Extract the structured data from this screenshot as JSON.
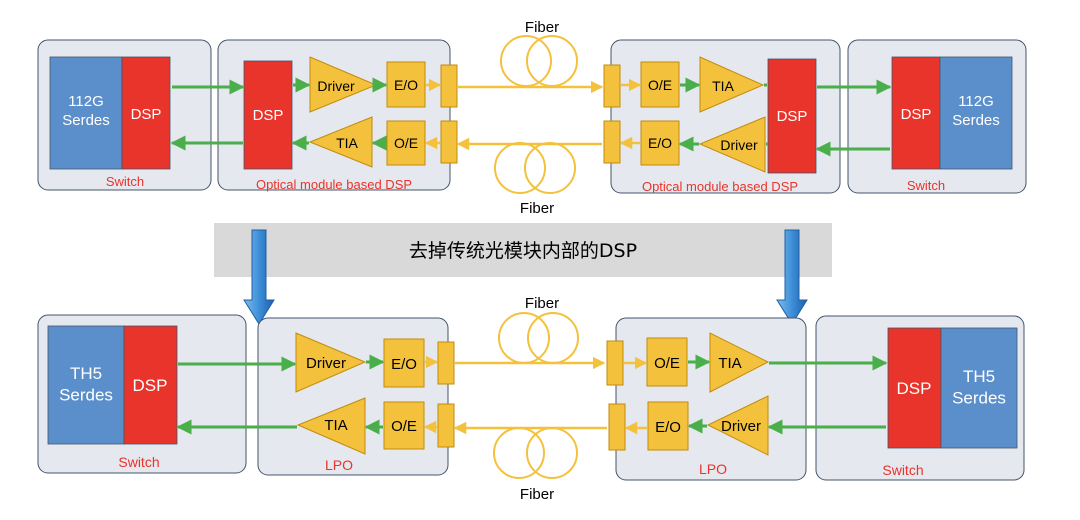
{
  "colors": {
    "panel_fill": "#e5e8ef",
    "panel_stroke": "#44546a",
    "serdes_blue": "#5b8fcb",
    "dsp_red": "#e8342a",
    "component_yellow": "#f4c13d",
    "component_stroke": "#c08b0a",
    "electrical_green": "#4aae4a",
    "fiber_yellow": "#f4c13d",
    "caption_red": "#e8342a",
    "banner_gray": "#d9d9d9",
    "banner_arrow": "#3d8fd8"
  },
  "top": {
    "left_switch": {
      "serdes_label": "112G\nSerdes",
      "dsp_label": "DSP",
      "caption": "Switch"
    },
    "left_module": {
      "dsp_label": "DSP",
      "driver_label": "Driver",
      "eo_label": "E/O",
      "tia_label": "TIA",
      "oe_label": "O/E",
      "caption": "Optical module based DSP"
    },
    "fiber_top_label": "Fiber",
    "fiber_bottom_label": "Fiber",
    "right_module": {
      "dsp_label": "DSP",
      "oe_label": "O/E",
      "tia_label": "TIA",
      "eo_label": "E/O",
      "driver_label": "Driver",
      "caption": "Optical module based DSP"
    },
    "right_switch": {
      "serdes_label": "112G\nSerdes",
      "dsp_label": "DSP",
      "caption": "Switch"
    }
  },
  "banner": {
    "text": "去掉传统光模块内部的DSP"
  },
  "bottom": {
    "left_switch": {
      "serdes_label": "TH5\nSerdes",
      "dsp_label": "DSP",
      "caption": "Switch"
    },
    "left_module": {
      "driver_label": "Driver",
      "eo_label": "E/O",
      "tia_label": "TIA",
      "oe_label": "O/E",
      "caption": "LPO"
    },
    "fiber_top_label": "Fiber",
    "fiber_bottom_label": "Fiber",
    "right_module": {
      "oe_label": "O/E",
      "tia_label": "TIA",
      "eo_label": "E/O",
      "driver_label": "Driver",
      "caption": "LPO"
    },
    "right_switch": {
      "serdes_label": "TH5\nSerdes",
      "dsp_label": "DSP",
      "caption": "Switch"
    }
  }
}
